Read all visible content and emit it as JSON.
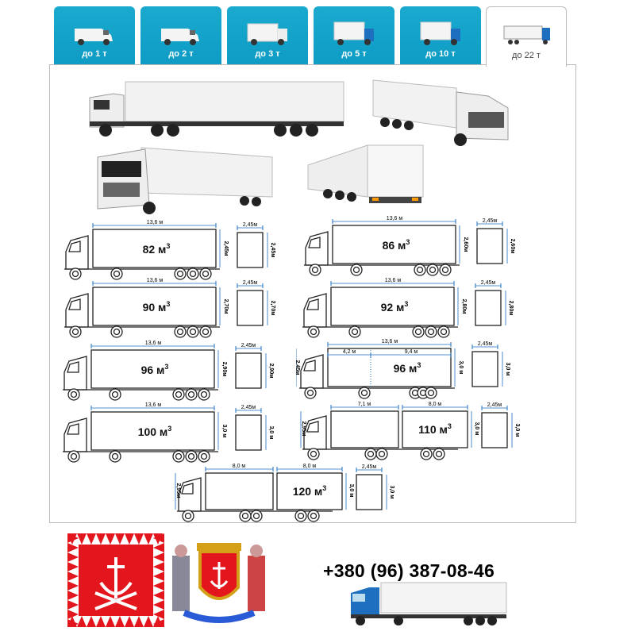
{
  "tabs": [
    {
      "label": "до 1 т",
      "icon": "van-icon"
    },
    {
      "label": "до 2 т",
      "icon": "van-icon"
    },
    {
      "label": "до 3 т",
      "icon": "box-van-icon"
    },
    {
      "label": "до 5 т",
      "icon": "box-truck-icon"
    },
    {
      "label": "до 10 т",
      "icon": "box-truck-icon"
    },
    {
      "label": "до 22 т",
      "icon": "semi-truck-icon",
      "active": true
    }
  ],
  "diagrams": [
    {
      "volume": "82 м",
      "length": "13,6 м",
      "height": "2,45м",
      "width": "2,45м",
      "cross_height": "2,45м",
      "type": "semi"
    },
    {
      "volume": "86 м",
      "length": "13,6 м",
      "height": "2,60м",
      "width": "2,45м",
      "cross_height": "2,60м",
      "type": "semi"
    },
    {
      "volume": "90 м",
      "length": "13,6 м",
      "height": "2,70м",
      "width": "2,45м",
      "cross_height": "2,70м",
      "type": "semi"
    },
    {
      "volume": "92 м",
      "length": "13,6 м",
      "height": "2,80м",
      "width": "2,45м",
      "cross_height": "2,80м",
      "type": "semi"
    },
    {
      "volume": "96 м",
      "length": "13,6 м",
      "height": "2,90м",
      "width": "2,45м",
      "cross_height": "2,90м",
      "type": "semi"
    },
    {
      "volume": "96 м",
      "length": "13,6 м",
      "seg1": "4,2 м",
      "seg2": "9,4 м",
      "cab_height": "2,45м",
      "height": "3,0 м",
      "width": "2,45м",
      "cross_height": "3,0 м",
      "type": "split"
    },
    {
      "volume": "100 м",
      "length": "13,6 м",
      "height": "3,0 м",
      "width": "2,45м",
      "cross_height": "3,0 м",
      "type": "semi"
    },
    {
      "volume": "110 м",
      "seg1": "7,1 м",
      "seg2": "8,0 м",
      "cab_height": "2,95м",
      "height": "3,0 м",
      "width": "2,45м",
      "cross_height": "3,0 м",
      "type": "trailer"
    },
    {
      "volume": "120 м",
      "seg1": "8,0 м",
      "seg2": "8,0 м",
      "cab_height": "2,95м",
      "height": "3,0 м",
      "width": "2,45м",
      "cross_height": "3,0 м",
      "type": "trailer"
    }
  ],
  "volume_unit_sup": "3",
  "contact": {
    "phone": "+380 (96) 387-08-46"
  },
  "colors": {
    "tab": "#12a2c9",
    "flag_red": "#e3161e",
    "truck_blue": "#1e6fc0"
  }
}
